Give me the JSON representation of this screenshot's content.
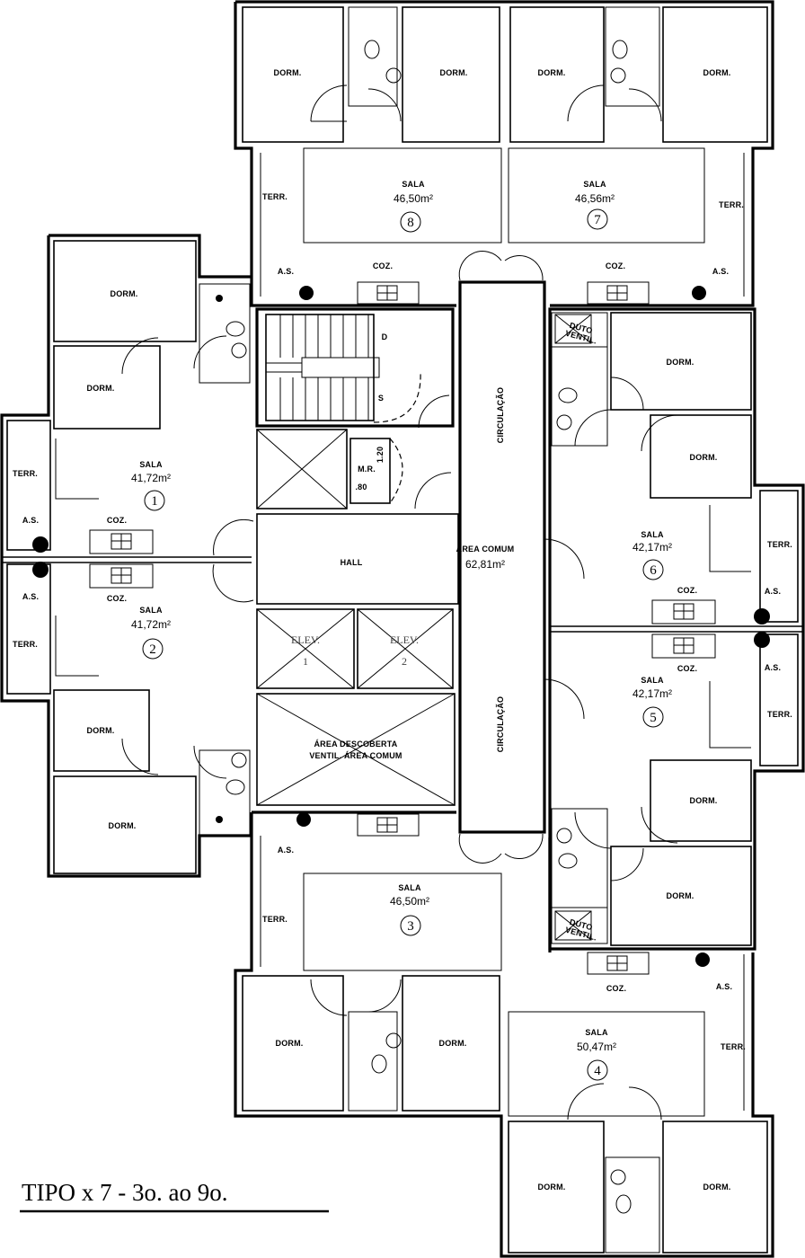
{
  "labels": {
    "dorm": "DORM.",
    "sala": "SALA",
    "terr": "TERR.",
    "as": "A.S.",
    "coz": "COZ.",
    "hall": "HALL",
    "area_comum": "ÁREA COMUM",
    "area_comum_value": "62,81m²",
    "circulacao": "CIRCULAÇÃO",
    "elev": "ELEV.",
    "mr": "M.R.",
    "dim_120": "1.20",
    "dim_80": ".80",
    "stair_d": "D",
    "stair_s": "S",
    "duto_1": "DUTO",
    "duto_2": "VENTIL.",
    "descoberta_1": "ÁREA DESCOBERTA",
    "descoberta_2": "VENTIL. ÁREA COMUM"
  },
  "units": [
    {
      "number": "1",
      "area": "41,72m²"
    },
    {
      "number": "2",
      "area": "41,72m²"
    },
    {
      "number": "3",
      "area": "46,50m²"
    },
    {
      "number": "4",
      "area": "50,47m²"
    },
    {
      "number": "5",
      "area": "42,17m²"
    },
    {
      "number": "6",
      "area": "42,17m²"
    },
    {
      "number": "7",
      "area": "46,56m²"
    },
    {
      "number": "8",
      "area": "46,50m²"
    }
  ],
  "elevators": [
    "1",
    "2"
  ],
  "footer": {
    "title": "TIPO x 7 - 3o. ao 9o."
  }
}
